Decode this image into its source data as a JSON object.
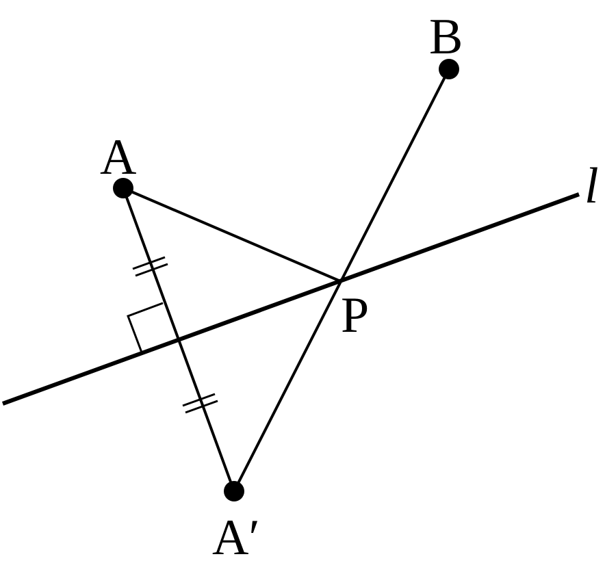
{
  "labels": {
    "point_a": "A",
    "point_b": "B",
    "point_p": "P",
    "point_a_prime": "A′",
    "line_l": "l"
  },
  "colors": {
    "ink": "#000000",
    "background": "#ffffff"
  }
}
